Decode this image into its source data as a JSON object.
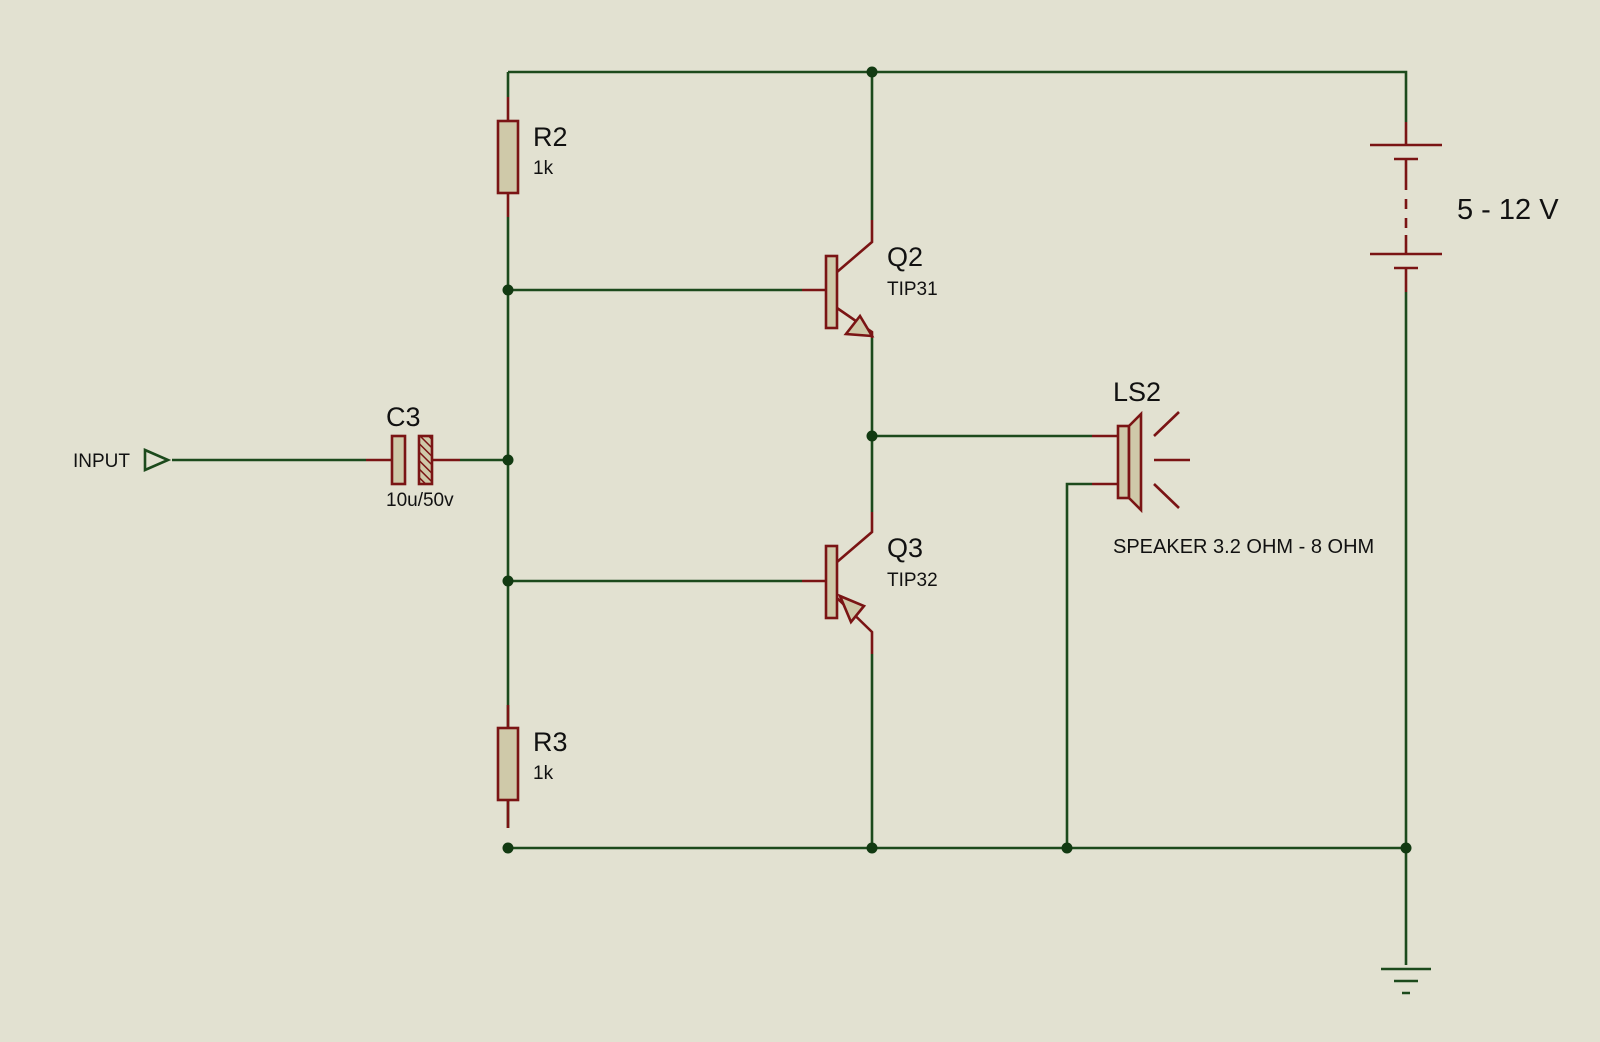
{
  "components": {
    "r2": {
      "ref": "R2",
      "value": "1k"
    },
    "r3": {
      "ref": "R3",
      "value": "1k"
    },
    "c3": {
      "ref": "C3",
      "value": "10u/50v"
    },
    "q2": {
      "ref": "Q2",
      "value": "TIP31"
    },
    "q3": {
      "ref": "Q3",
      "value": "TIP32"
    },
    "ls2": {
      "ref": "LS2",
      "value": "SPEAKER 3.2 OHM - 8 OHM"
    },
    "battery": {
      "label": "5 - 12 V"
    },
    "input": {
      "label": "INPUT"
    }
  },
  "colors": {
    "background": "#e2e1d1",
    "wire": "#1c4a1c",
    "component": "#7a1414",
    "component_fill": "#cfc9a9"
  }
}
